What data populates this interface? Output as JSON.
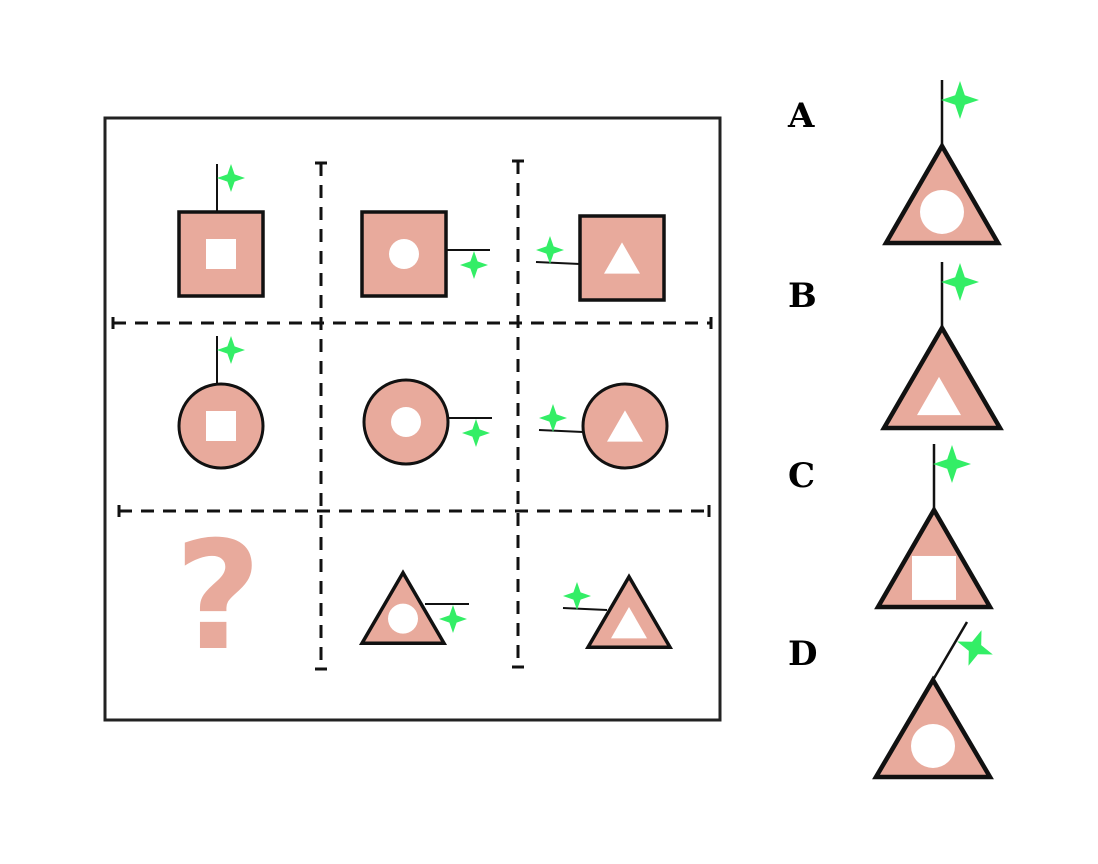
{
  "colors": {
    "shape_fill": "#e8aa9c",
    "outline": "#111111",
    "star": "#33ee66",
    "hole": "#ffffff",
    "question_mark": "#e8aa9c"
  },
  "puzzle": {
    "cells": [
      {
        "outer": "square",
        "inner": "square",
        "star_side": "top"
      },
      {
        "outer": "square",
        "inner": "circle",
        "star_side": "right"
      },
      {
        "outer": "square",
        "inner": "triangle",
        "star_side": "left"
      },
      {
        "outer": "circle",
        "inner": "square",
        "star_side": "top"
      },
      {
        "outer": "circle",
        "inner": "circle",
        "star_side": "right"
      },
      {
        "outer": "circle",
        "inner": "triangle",
        "star_side": "left"
      },
      {
        "outer": "missing",
        "inner": "none",
        "star_side": "none"
      },
      {
        "outer": "triangle",
        "inner": "circle",
        "star_side": "right"
      },
      {
        "outer": "triangle",
        "inner": "triangle",
        "star_side": "left"
      }
    ],
    "question_mark": "?"
  },
  "options": [
    {
      "label": "A",
      "outer": "triangle",
      "inner": "circle",
      "star_side": "top"
    },
    {
      "label": "B",
      "outer": "triangle",
      "inner": "triangle",
      "star_side": "top"
    },
    {
      "label": "C",
      "outer": "triangle",
      "inner": "square",
      "star_side": "top"
    },
    {
      "label": "D",
      "outer": "triangle",
      "inner": "circle",
      "star_side": "top-tilted"
    }
  ]
}
